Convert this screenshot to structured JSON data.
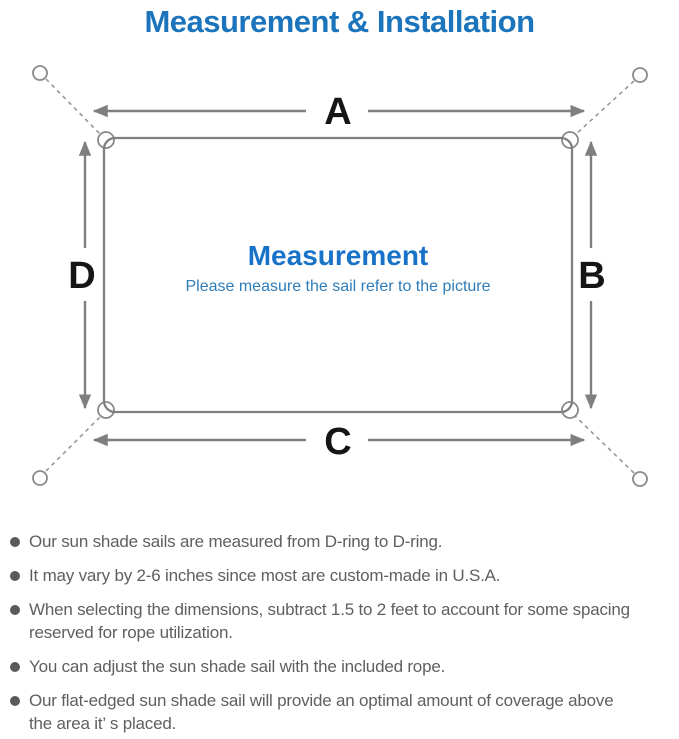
{
  "title": "Measurement & Installation",
  "diagram": {
    "center_heading": "Measurement",
    "center_subtitle": "Please measure the sail refer to the picture",
    "labels": {
      "top": "A",
      "right": "B",
      "bottom": "C",
      "left": "D"
    }
  },
  "colors": {
    "title_blue": "#1b74bc",
    "center_heading_blue": "#1873c8",
    "center_subtitle_blue": "#2e7cb8",
    "diagram_line_gray": "#7f7f7f",
    "dashed_line_gray": "#979797",
    "label_black": "#151515",
    "note_text_gray": "#5f5f5f"
  },
  "notes": [
    {
      "lines": [
        "Our sun shade sails are measured from D-ring to D-ring."
      ]
    },
    {
      "lines": [
        "It may vary by 2-6 inches since most are custom-made in U.S.A."
      ]
    },
    {
      "lines": [
        "When selecting the dimensions, subtract 1.5 to 2 feet to account for some spacing",
        "reserved for rope utilization."
      ]
    },
    {
      "lines": [
        "You can adjust the sun shade sail with the included rope."
      ]
    },
    {
      "lines": [
        "Our flat-edged sun shade sail will provide an optimal amount of coverage above",
        "the area it’ s placed."
      ]
    }
  ]
}
